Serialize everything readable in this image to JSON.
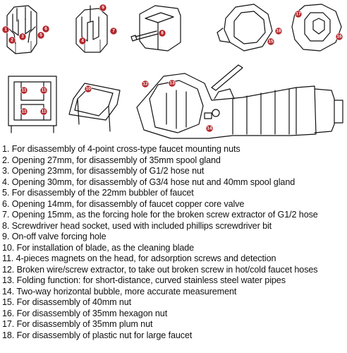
{
  "callouts": {
    "c1": "1",
    "c2": "2",
    "c3": "3",
    "c4": "4",
    "c5": "5",
    "c6": "6",
    "c7": "7",
    "c8": "8",
    "c9": "9",
    "c10": "10",
    "c11a": "11",
    "c11b": "11",
    "c11c": "11",
    "c11d": "11",
    "c12": "12",
    "c13": "13",
    "c14": "14",
    "c15": "15",
    "c16": "16",
    "c17": "17",
    "c18": "18"
  },
  "colors": {
    "callout": "#b3262b",
    "line": "#111111"
  },
  "features": [
    "1. For disassembly of 4-point cross-type faucet mounting nuts",
    "2. Opening 27mm, for disassembly of 35mm spool gland",
    "3. Opening 23mm, for disassembly of G1/2 hose nut",
    "4. Opening 30mm, for disassembly of G3/4 hose nut and 40mm spool gland",
    "5. For disassembly of the 22mm bubbler of faucet",
    "6. Opening 14mm, for disassembly of faucet copper core valve",
    "7. Opening 15mm, as the forcing hole for the broken screw extractor of G1/2 hose",
    "8. Screwdriver head socket, used with included phillips screwdriver bit",
    "9. On-off valve forcing hole",
    "10. For installation of blade, as the cleaning blade",
    "11. 4-pieces magnets on the head, for adsorption screws and detection",
    "12. Broken wire/screw extractor, to take out broken screw in hot/cold faucet hoses",
    "13. Folding function: for short-distance, curved stainless steel water pipes",
    "14. Two-way horizontal bubble, more accurate measurement",
    "15. For disassembly of 40mm nut",
    "16. For disassembly of 35mm hexagon nut",
    "17. For disassembly of 35mm plum nut",
    "18. For disassembly of plastic nut for large faucet"
  ]
}
